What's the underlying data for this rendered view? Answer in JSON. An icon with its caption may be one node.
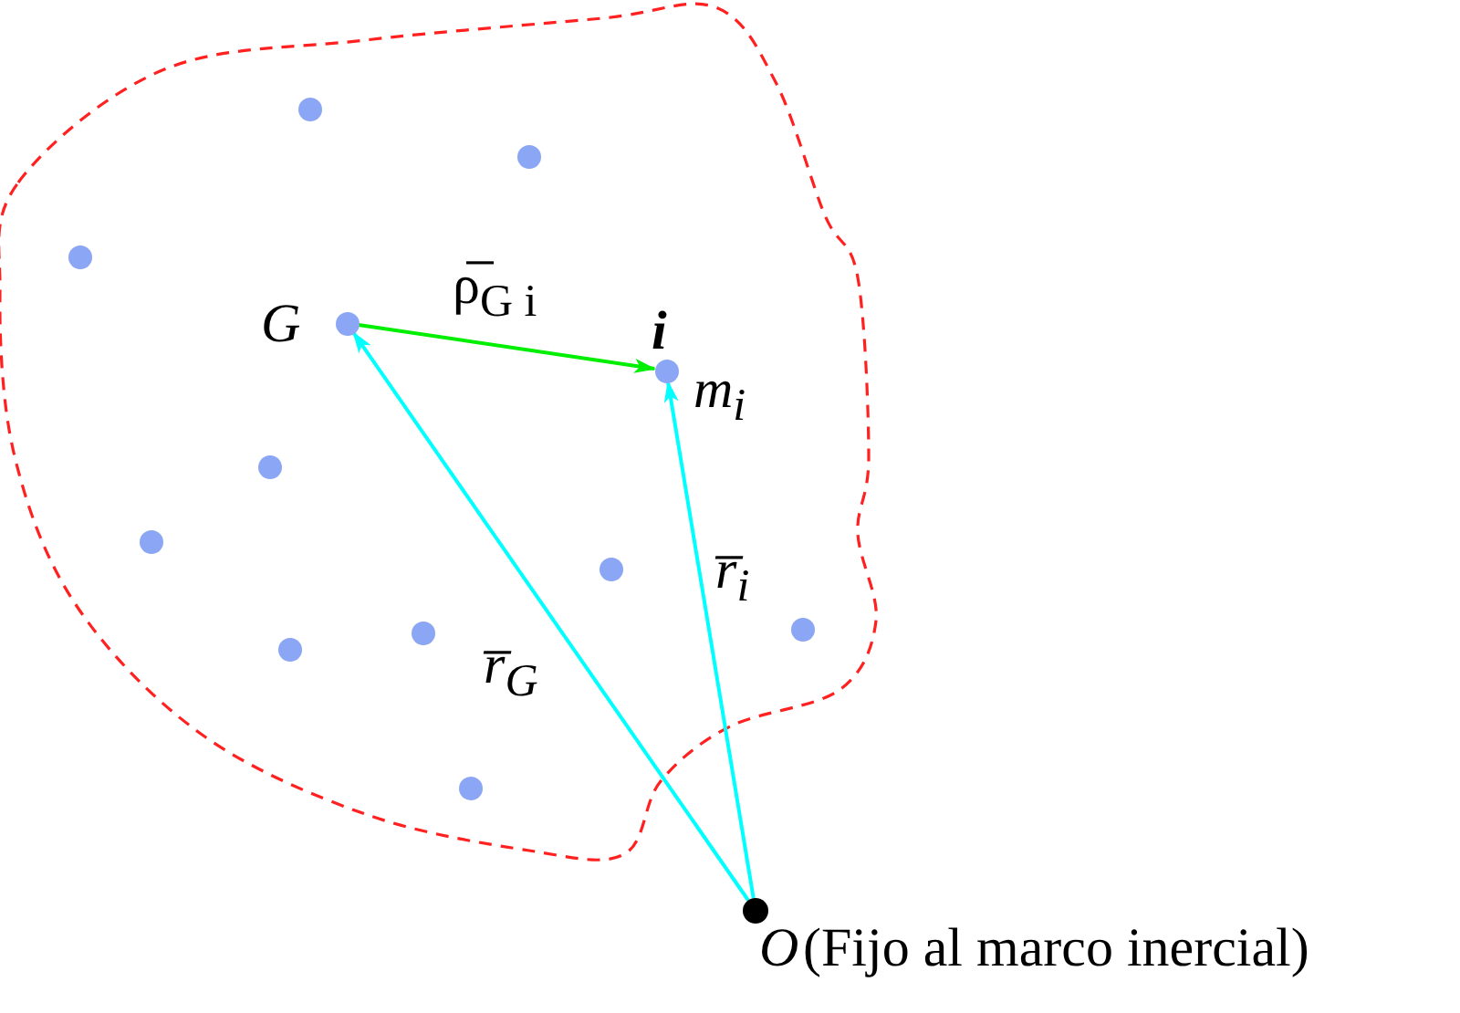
{
  "diagram": {
    "nodes": [
      {
        "text": [
          "G"
        ]
      },
      {
        "text": [
          "i"
        ],
        "beside": [
          "m$_{i}$"
        ]
      },
      {
        "text": [
          "O"
        ],
        "beside": [
          "(Fijo al marco inercial)"
        ]
      }
    ],
    "edges": [
      {
        "from": 0,
        "to": 1,
        "arrow": "to",
        "label": "ρ̅$_{G i}$",
        "color": "#00ee00"
      },
      {
        "from": 2,
        "to": 0,
        "arrow": "to",
        "label": "r̅$_{G}$"
      },
      {
        "from": 2,
        "to": 1,
        "arrow": "to",
        "label": "r̅$_{i}$"
      }
    ]
  }
}
